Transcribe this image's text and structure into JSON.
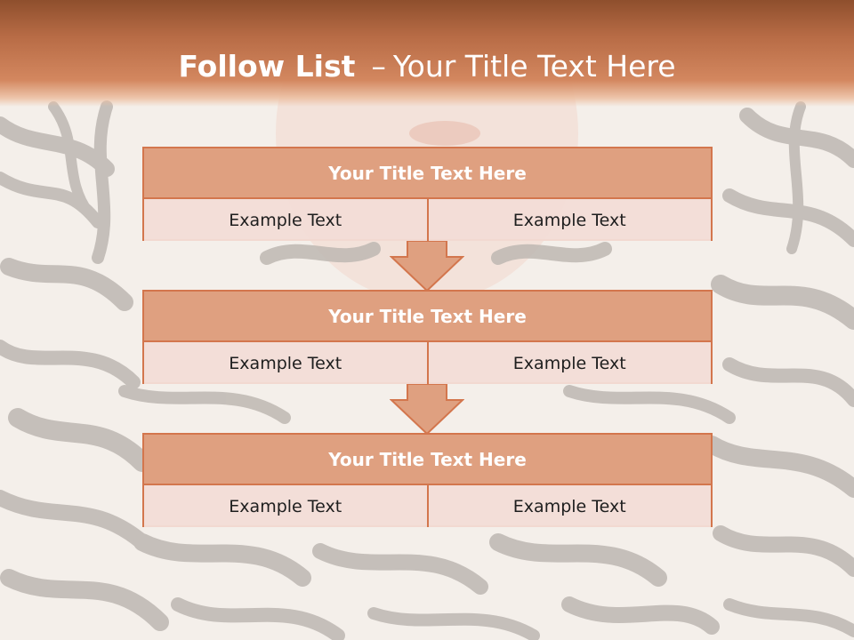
{
  "slide": {
    "title_bold": "Follow List",
    "title_dash": "–",
    "title_rest": "Your Title Text Here"
  },
  "colors": {
    "header": "#c97b52",
    "box_border": "#d3764d",
    "box_title_fill": "#dfa080",
    "box_cell_fill": "#f3ddd6",
    "arrow_fill": "#dfa080"
  },
  "steps": [
    {
      "title": "Your Title Text Here",
      "left": "Example Text",
      "right": "Example Text"
    },
    {
      "title": "Your Title Text Here",
      "left": "Example Text",
      "right": "Example Text"
    },
    {
      "title": "Your Title Text Here",
      "left": "Example Text",
      "right": "Example Text"
    }
  ],
  "background": {
    "icon": "zebra-pattern-photo"
  }
}
